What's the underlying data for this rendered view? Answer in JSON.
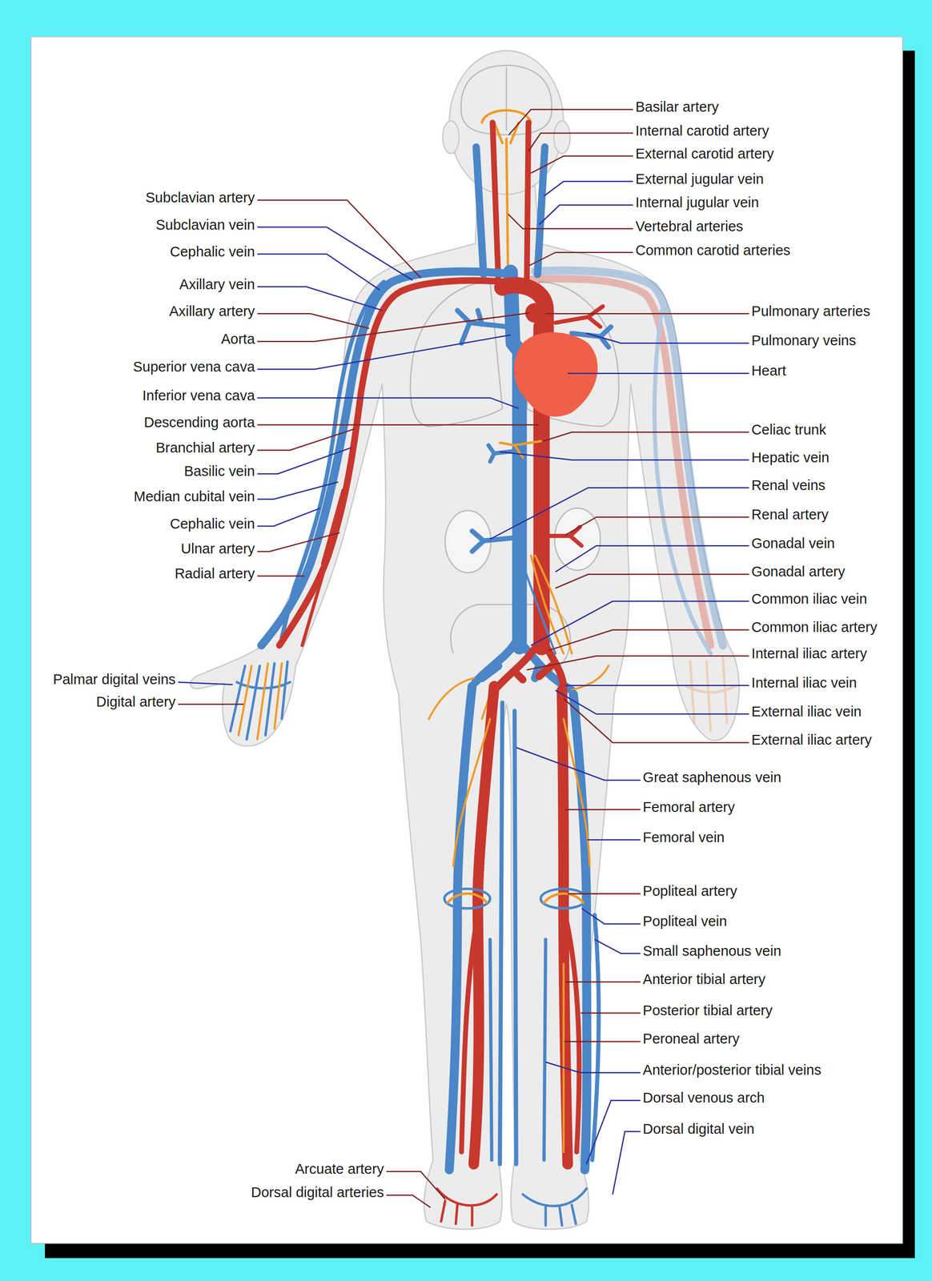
{
  "diagram": {
    "labels": [
      "Subclavian artery",
      "Subclavian vein",
      "Cephalic vein",
      "Axillary vein",
      "Axillary artery",
      "Aorta",
      "Superior vena cava",
      "Inferior vena cava",
      "Descending aorta",
      "Branchial artery",
      "Basilic vein",
      "Median cubital vein",
      "Cephalic vein",
      "Ulnar artery",
      "Radial artery",
      "Palmar digital veins",
      "Digital artery",
      "Arcuate artery",
      "Dorsal digital arteries",
      "Basilar artery",
      "Internal carotid artery",
      "External carotid artery",
      "External jugular vein",
      "Internal jugular vein",
      "Vertebral arteries",
      "Common carotid arteries",
      "Pulmonary arteries",
      "Pulmonary veins",
      "Heart",
      "Celiac trunk",
      "Hepatic vein",
      "Renal veins",
      "Renal artery",
      "Gonadal vein",
      "Gonadal artery",
      "Common iliac vein",
      "Common iliac artery",
      "Internal iliac artery",
      "Internal iliac vein",
      "External iliac vein",
      "External iliac artery",
      "Great saphenous vein",
      "Femoral artery",
      "Femoral vein",
      "Popliteal artery",
      "Popliteal vein",
      "Small saphenous vein",
      "Anterior tibial artery",
      "Posterior tibial artery",
      "Peroneal artery",
      "Anterior/posterior tibial veins",
      "Dorsal venous arch",
      "Dorsal digital vein"
    ]
  }
}
